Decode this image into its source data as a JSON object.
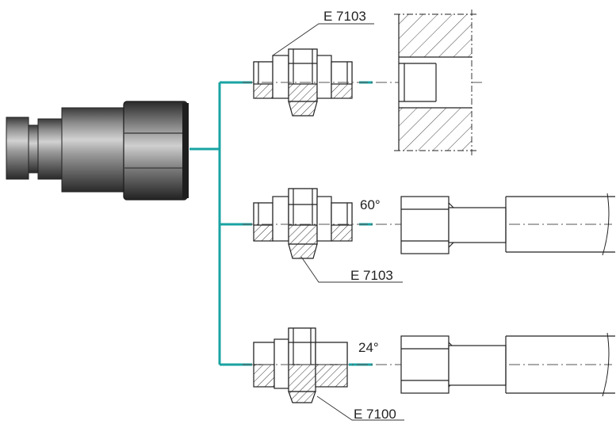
{
  "labels": {
    "part_top": "E 7103",
    "part_middle": "E 7103",
    "part_bottom": "E 7100",
    "angle_60": "60°",
    "angle_24": "24°"
  },
  "colors": {
    "connector": "#1aa3a3",
    "line": "#222222",
    "hatch": "#333333",
    "coupling_dark": "#2e2e2e",
    "coupling_mid": "#7a7a7a",
    "coupling_light": "#c8c8c8"
  }
}
